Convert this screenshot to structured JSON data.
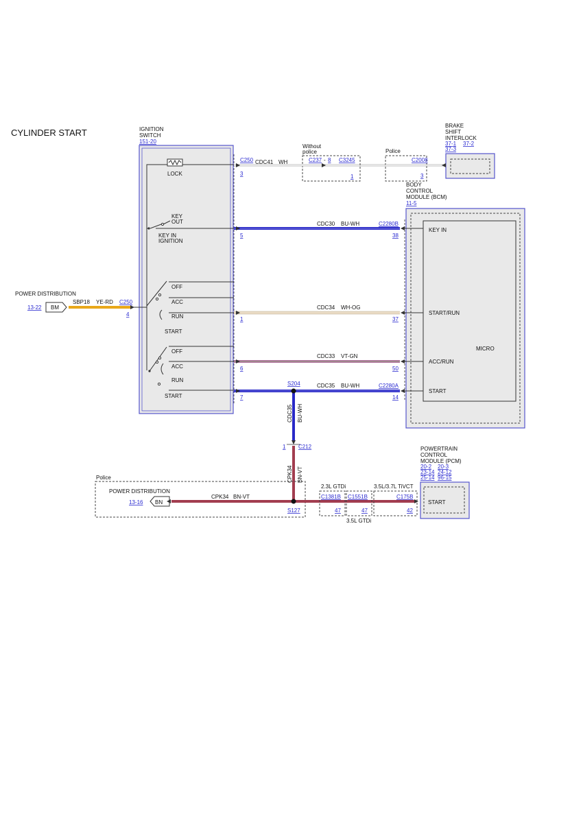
{
  "title": "CYLINDER START",
  "ignition_switch": {
    "title_line1": "IGNITION",
    "title_line2": "SWITCH",
    "ref": "151-20",
    "lock": "LOCK",
    "key_out_1": "KEY",
    "key_out_2": "OUT",
    "key_in_1": "KEY IN",
    "key_in_2": "IGNITION",
    "pos_a": [
      "OFF",
      "ACC",
      "RUN",
      "START"
    ],
    "pos_b": [
      "OFF",
      "ACC",
      "RUN",
      "START"
    ]
  },
  "power_distribution_top": {
    "label": "POWER DISTRIBUTION",
    "ref": "13-22",
    "tag": "BM",
    "circuit": "SBP18",
    "color": "YE-RD",
    "connector": "C250",
    "pin": "4"
  },
  "wires": {
    "cdc41": {
      "connector": "C250",
      "pin": "3",
      "circuit": "CDC41",
      "color": "WH"
    },
    "cdc30": {
      "circuit": "CDC30",
      "color": "BU-WH",
      "pin_left": "5",
      "connector_right": "C2280B",
      "pin_right": "38"
    },
    "cdc34": {
      "circuit": "CDC34",
      "color": "WH-OG",
      "pin_left": "1",
      "pin_right": "37"
    },
    "cdc33": {
      "circuit": "CDC33",
      "color": "VT-GN",
      "pin_left": "6",
      "pin_right": "50"
    },
    "cdc35": {
      "circuit": "CDC35",
      "color": "BU-WH",
      "pin_left": "7",
      "splice": "S204",
      "connector_right": "C2280A",
      "pin_right": "14"
    },
    "cdc35_vertical": {
      "circuit": "CDC35",
      "color": "BU-WH"
    },
    "c212": {
      "pin": "1",
      "connector": "C212"
    },
    "cpk34_vertical": {
      "circuit": "CPK34",
      "color": "BN-VT"
    },
    "cpk34": {
      "circuit": "CPK34",
      "color": "BN-VT",
      "splice": "S127"
    }
  },
  "without_police": {
    "label_1": "Without",
    "label_2": "police",
    "c237": "C237",
    "c237_pin": "8",
    "c3245": "C3245",
    "c3245_pin": "1"
  },
  "police_top": {
    "label": "Police",
    "connector": "C2008",
    "pin": "3"
  },
  "brake_shift_interlock": {
    "line1": "BRAKE",
    "line2": "SHIFT",
    "line3": "INTERLOCK",
    "refs": [
      "37-1",
      "37-2",
      "37-3"
    ]
  },
  "bcm": {
    "line1": "BODY",
    "line2": "CONTROL",
    "line3": "MODULE (BCM)",
    "ref": "11-5",
    "key_in": "KEY IN",
    "start_run": "START/RUN",
    "micro": "MICRO",
    "acc_run": "ACC/RUN",
    "start": "START"
  },
  "police_bottom": {
    "label": "Police",
    "pd_label": "POWER DISTRIBUTION",
    "ref": "13-16",
    "tag": "BN"
  },
  "gtdi23": {
    "label": "2.3L GTDi",
    "connector": "C1381B",
    "pin": "47"
  },
  "gtdi35": {
    "label": "3.5L GTDi",
    "connector": "C1551B",
    "pin": "47"
  },
  "tivct": {
    "label": "3.5L/3.7L TiVCT",
    "connector": "C175B",
    "pin": "42"
  },
  "pcm": {
    "line1": "POWERTRAIN",
    "line2": "CONTROL",
    "line3": "MODULE (PCM)",
    "refs": [
      "20-2",
      "20-3",
      "23-14",
      "24-12",
      "25-14",
      "96-15"
    ],
    "start": "START"
  },
  "colors": {
    "ye_rd": "#e9a81a",
    "bu_wh": "#2929c7",
    "wh_og": "#eadcc5",
    "vt_gn": "#b476a2",
    "bn_vt": "#a23d4f",
    "wh": "#d9d9d9",
    "module_border": "#5555cc"
  }
}
